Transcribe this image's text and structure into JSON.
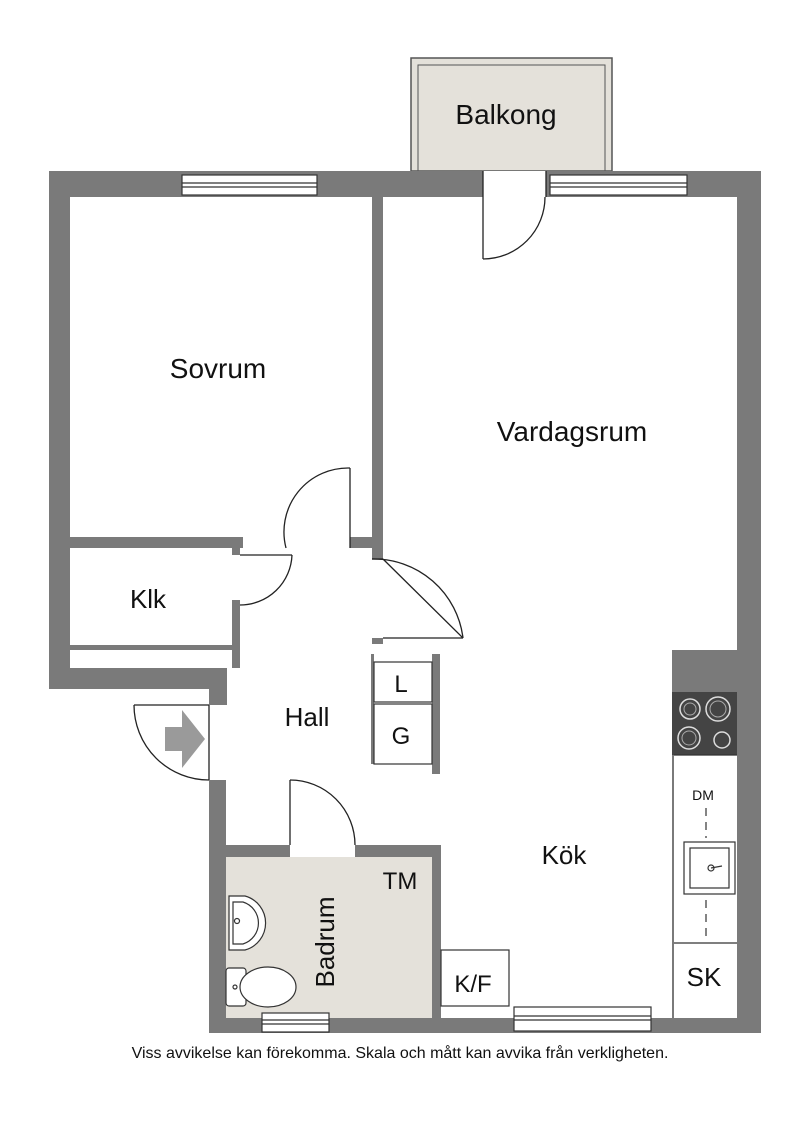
{
  "rooms": {
    "balcony": "Balkong",
    "bedroom": "Sovrum",
    "living": "Vardagsrum",
    "closet": "Klk",
    "hall": "Hall",
    "kitchen": "Kök",
    "bathroom": "Badrum"
  },
  "fixtures": {
    "linen": "L",
    "wardrobe": "G",
    "washing_machine": "TM",
    "fridge_freezer": "K/F",
    "dishwasher": "DM",
    "cabinet": "SK"
  },
  "disclaimer": "Viss avvikelse kan förekomma. Skala och mått kan avvika från verkligheten.",
  "colors": {
    "wall": "#7a7a7a",
    "balcony_fill": "#e4e1da",
    "bathroom_fill": "#e4e1da",
    "stove": "#444444",
    "entry_arrow": "#9a9a9a"
  }
}
